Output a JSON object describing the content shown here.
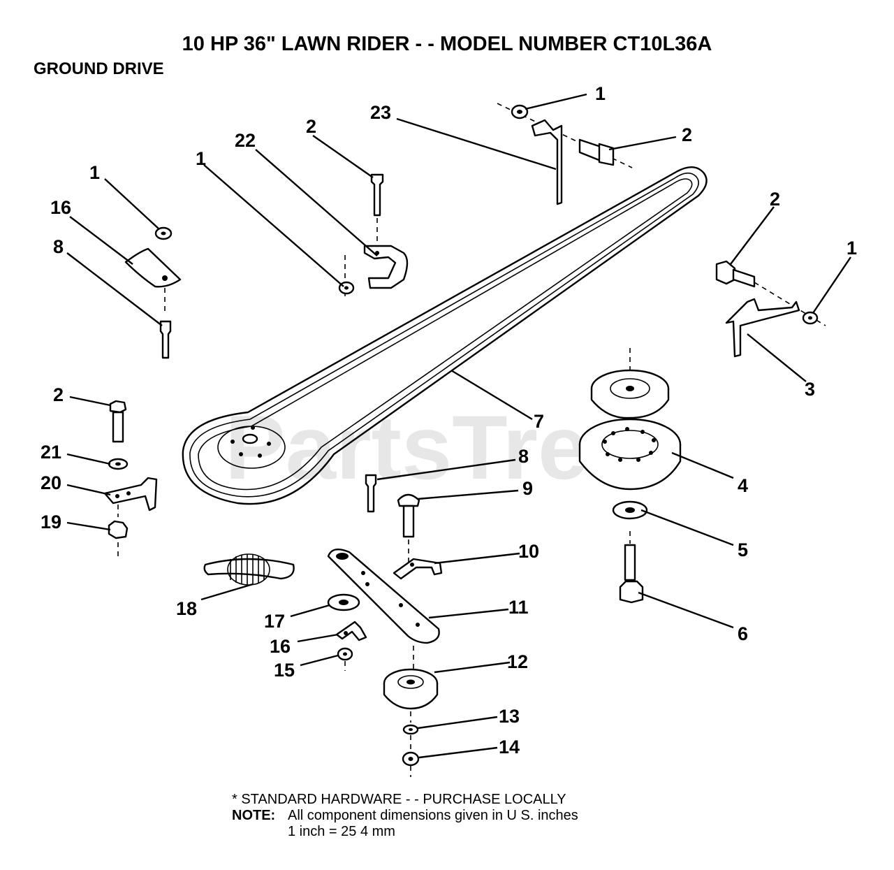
{
  "header": {
    "title": "10 HP 36\" LAWN RIDER - - MODEL NUMBER CT10L36A",
    "section": "GROUND DRIVE"
  },
  "watermark": "PartsTree",
  "footer": {
    "line1": "* STANDARD HARDWARE - - PURCHASE LOCALLY",
    "note_label": "NOTE:",
    "note_text": "All component dimensions given in U S. inches",
    "line3": "1 inch = 25 4 mm"
  },
  "callouts": {
    "c1a": "1",
    "c2a": "2",
    "c23": "23",
    "c2b": "2",
    "c22": "22",
    "c1b": "1",
    "c1c": "1",
    "c16a": "16",
    "c8a": "8",
    "c2c": "2",
    "c1d": "1",
    "c3": "3",
    "c7": "7",
    "c4": "4",
    "c5": "5",
    "c6": "6",
    "c2d": "2",
    "c21": "21",
    "c20": "20",
    "c19": "19",
    "c8b": "8",
    "c9": "9",
    "c10": "10",
    "c11": "11",
    "c18": "18",
    "c17": "17",
    "c16b": "16",
    "c15": "15",
    "c12": "12",
    "c13": "13",
    "c14": "14"
  }
}
